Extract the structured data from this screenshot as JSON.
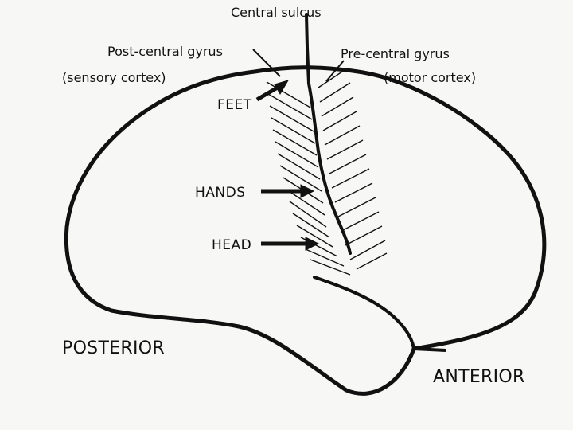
{
  "labels": {
    "central_sulcus": "Central sulcus",
    "post_central_1": "Post-central  gyrus",
    "post_central_2": "(sensory cortex)",
    "pre_central_1": "Pre-central gyrus",
    "pre_central_2": "(motor cortex)",
    "feet": "FEET",
    "hands": "HANDS",
    "head": "HEAD",
    "posterior": "POSTERIOR",
    "anterior": "ANTERIOR"
  },
  "colors": {
    "ink": "#111111",
    "paper": "#f7f7f5"
  }
}
